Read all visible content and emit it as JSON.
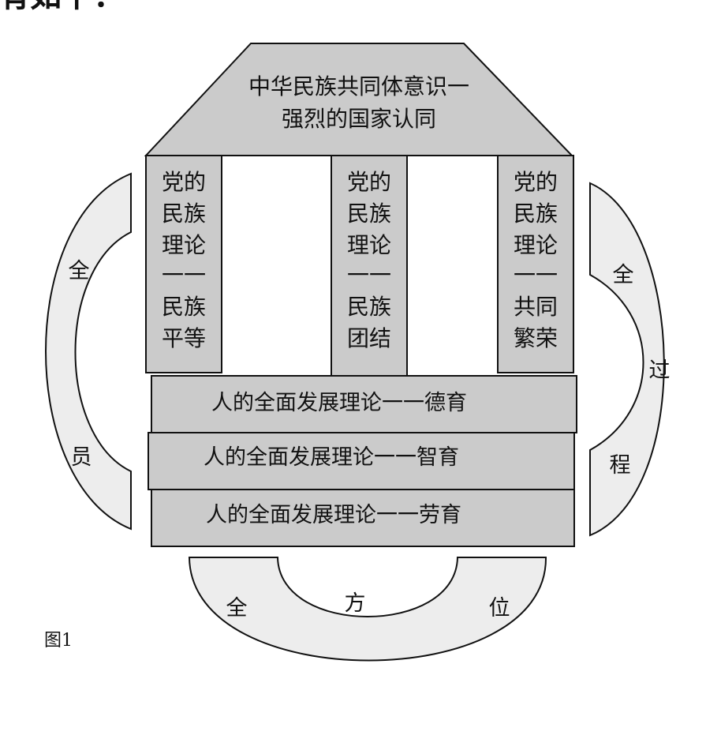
{
  "top_fragment": "有如下：",
  "roof": {
    "line1": "中华民族共同体意识一",
    "line2": "强烈的国家认同"
  },
  "pillars": [
    {
      "lines": [
        "党的",
        "民族",
        "理论",
        "一一",
        "民族",
        "平等"
      ]
    },
    {
      "lines": [
        "党的",
        "民族",
        "理论",
        "一一",
        "民族",
        "团结"
      ]
    },
    {
      "lines": [
        "党的",
        "民族",
        "理论",
        "一一",
        "共同",
        "繁荣"
      ]
    }
  ],
  "bars": [
    "人的全面发展理论一一德育",
    "人的全面发展理论一一智育",
    "人的全面发展理论一一劳育"
  ],
  "left_arc": {
    "chars": [
      "全",
      "员"
    ]
  },
  "right_arc": {
    "chars": [
      "全",
      "过",
      "程"
    ]
  },
  "bottom_arc": {
    "chars": [
      "全",
      "方",
      "位"
    ]
  },
  "figure_label": "图1",
  "colors": {
    "dark_fill": "#cbcbcb",
    "light_fill": "#ededed",
    "stroke": "#111111"
  }
}
